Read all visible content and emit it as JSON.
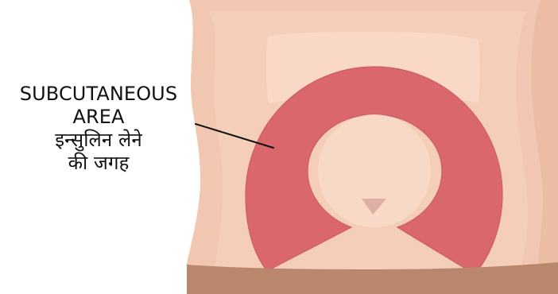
{
  "diagram": {
    "label_line_1": "SUBCUTANEOUS",
    "label_line_2": "AREA",
    "label_line_3": "इन्सुलिन लेने",
    "label_line_4": "की जगह",
    "colors": {
      "background": "#ffffff",
      "skin_outer": "#f1c7b1",
      "skin_mid": "#f4cfbb",
      "skin_inner": "#f8d9c8",
      "injection_area": "#d9676b",
      "injection_area_edge": "#cf5c61",
      "navel": "#d9a5a0",
      "waistband": "#b8876c",
      "leader_line": "#111111"
    },
    "icons": {
      "navel": "navel-mark"
    }
  }
}
